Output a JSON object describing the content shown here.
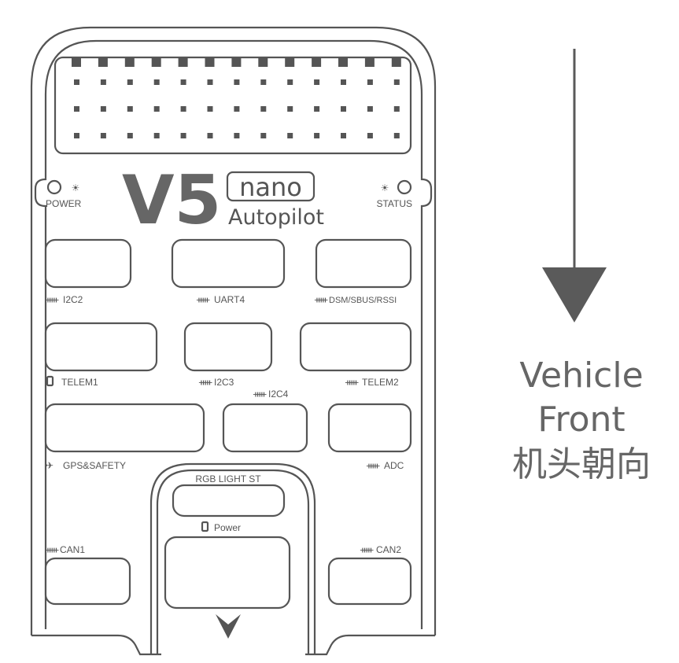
{
  "board": {
    "brand_number": "V5",
    "brand_variant": "nano",
    "brand_subtitle": "Autopilot",
    "power_led_label": "POWER",
    "status_led_label": "STATUS"
  },
  "ports": {
    "i2c2": "I2C2",
    "uart4": "UART4",
    "dsm": "DSM/SBUS/RSSI",
    "telem1": "TELEM1",
    "i2c3": "I2C3",
    "telem2": "TELEM2",
    "i2c4": "I2C4",
    "gps": "GPS&SAFETY",
    "adc": "ADC",
    "rgb": "RGB LIGHT ST",
    "power": "Power",
    "can1": "CAN1",
    "can2": "CAN2"
  },
  "direction": {
    "line1": "Vehicle",
    "line2": "Front",
    "line3": "机头朝向"
  },
  "colors": {
    "outline": "#555555",
    "arrow": "#5a5a5a"
  }
}
